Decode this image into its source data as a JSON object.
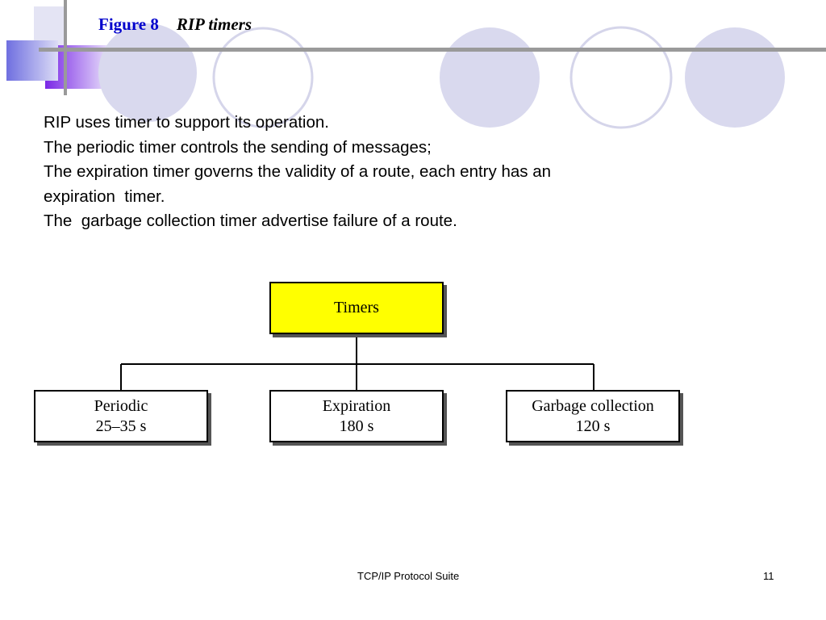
{
  "slide": {
    "figure_label": "Figure 8",
    "title": "RIP timers"
  },
  "body": {
    "lines": [
      "RIP uses timer to support its operation.",
      "The periodic timer controls the sending of messages;",
      "The expiration timer governs the validity of a route, each entry has an",
      "expiration  timer.",
      "The  garbage collection timer advertise failure of a route."
    ]
  },
  "diagram": {
    "root": {
      "label": "Timers"
    },
    "children": [
      {
        "name": "Periodic",
        "value": "25–35 s"
      },
      {
        "name": "Expiration",
        "value": "180 s"
      },
      {
        "name": "Garbage collection",
        "value": "120 s"
      }
    ]
  },
  "colors": {
    "root_fill": "#ffff00",
    "title_figure": "#0000cc",
    "circle_fill": "#d9d9ee",
    "circle_outline": "#d0d0e6",
    "square_accent": "#8833ee",
    "square_light": "#bbbbee"
  },
  "footer": {
    "source": "TCP/IP Protocol Suite",
    "page_number": "11"
  }
}
